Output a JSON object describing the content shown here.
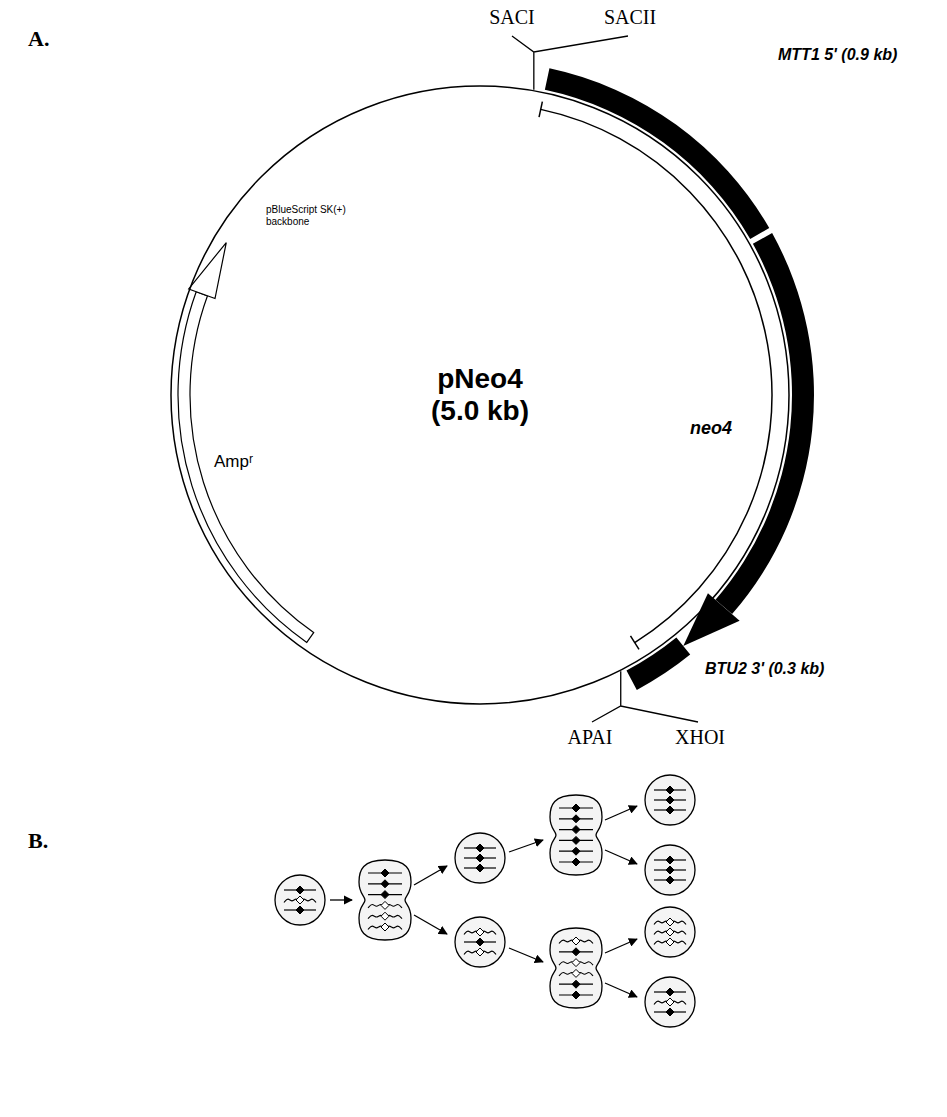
{
  "diagram": {
    "nodes": [
      {
        "text": [
          "pNeo4 (5.0 kb)"
        ]
      }
    ],
    "labels": [
      "A.",
      "SACI",
      "SACII",
      "MTT1 5' (0.9 kb)",
      "pBlueScript SK(+) backbone",
      "neo4",
      "Ampʳ",
      "BTU2 3' (0.3 kb)",
      "APAI",
      "XHOI",
      "B."
    ]
  }
}
